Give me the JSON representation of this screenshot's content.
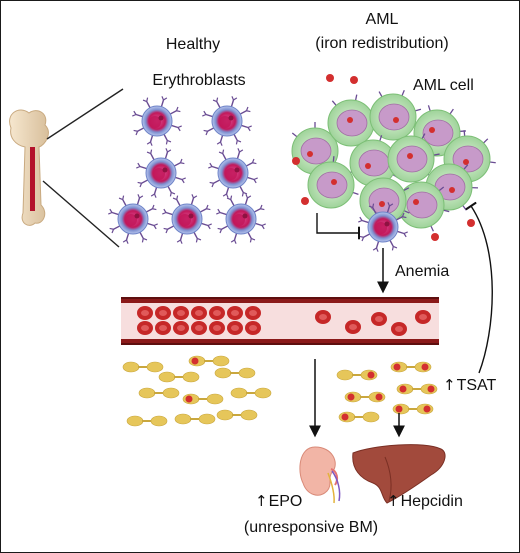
{
  "labels": {
    "healthy": "Healthy",
    "aml_title": "AML",
    "aml_subtitle": "(iron redistribution)",
    "erythroblasts": "Erythroblasts",
    "aml_cell": "AML cell",
    "anemia": "Anemia",
    "tsat": "TSAT",
    "epo": "EPO",
    "unresponsive_bm": "(unresponsive BM)",
    "hepcidin": "Hepcidin"
  },
  "increase_marker": "↑",
  "icons": {
    "bone": "femur-bone-icon",
    "kidney": "kidney-icon",
    "liver": "liver-icon"
  },
  "colors": {
    "erythroblast_outer": "#8fa8db",
    "erythroblast_core": "#c2185b",
    "aml_membrane": "#b5e0b0",
    "aml_nucleus": "#c79ac9",
    "iron_dot": "#d32f2f",
    "vessel_wall": "#8b1a1a",
    "vessel_lumen": "#f7dede",
    "transferrin": "#e6c65a",
    "kidney": "#f2b5a6",
    "liver": "#a24a3c",
    "bone": "#ecd7b9"
  }
}
